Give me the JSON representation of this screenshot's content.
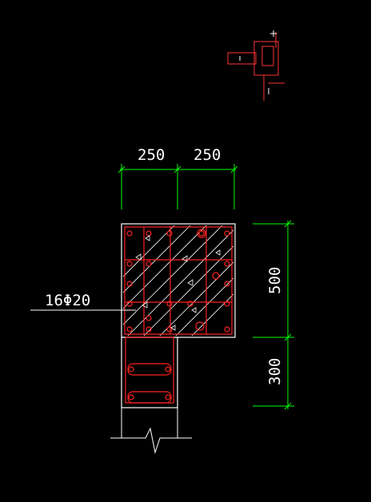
{
  "drawing": {
    "dimensions": {
      "top_left": "250",
      "top_right": "250",
      "right_upper": "500",
      "right_lower": "300"
    },
    "rebar_label": "16Φ20",
    "colors": {
      "background": "#000000",
      "dimension": "#00ff00",
      "outline": "#ffffff",
      "rebar": "#ff2222",
      "hatch": "#ffffff"
    }
  }
}
